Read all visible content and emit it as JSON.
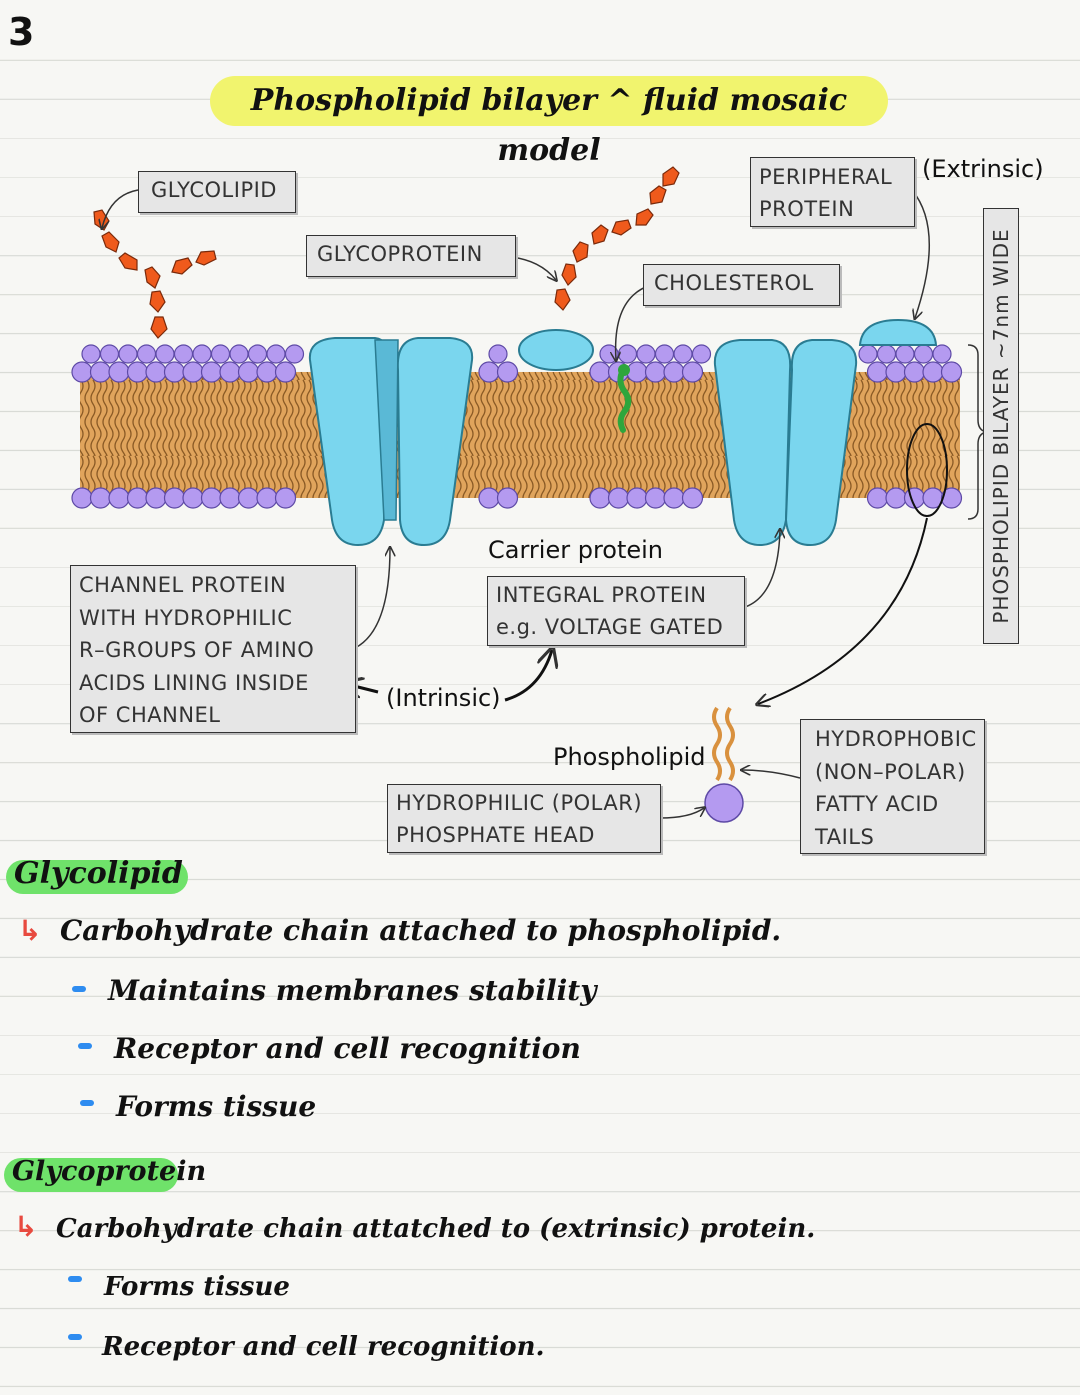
{
  "page_number": "3",
  "title": "Phospholipid bilayer ^ fluid mosaic model",
  "diagram": {
    "labels": {
      "glycolipid": "GLYCOLIPID",
      "glycoprotein": "GLYCOPROTEIN",
      "cholesterol": "CHOLESTEROL",
      "peripheral": [
        "PERIPHERAL",
        "PROTEIN"
      ],
      "extrinsic": "(Extrinsic)",
      "bilayer": "PHOSPHOLIPID BILAYER ~7nm WIDE",
      "channel": [
        "CHANNEL  PROTEIN",
        "WITH  HYDROPHILIC",
        "R–GROUPS  OF  AMINO",
        "ACIDS  LINING  INSIDE",
        "OF  CHANNEL"
      ],
      "carrier_title": "Carrier protein",
      "integral": [
        "INTEGRAL  PROTEIN",
        "e.g. VOLTAGE  GATED"
      ],
      "intrinsic": "(Intrinsic)",
      "phospholipid": "Phospholipid",
      "hydrophilic": [
        "HYDROPHILIC  (POLAR)",
        "PHOSPHATE  HEAD"
      ],
      "hydrophobic": [
        "HYDROPHOBIC",
        "(NON–POLAR)",
        "FATTY  ACID",
        "TAILS"
      ]
    },
    "colors": {
      "head": "#b49af0",
      "tail": "#d9913e",
      "protein": "#7ad6ee",
      "carbohydrate": "#ef5a1c",
      "cholesterol": "#2ea63c"
    }
  },
  "notes": {
    "glycolipid": {
      "heading": "Glycolipid",
      "definition": "Carbohydrate chain attached to phospholipid.",
      "points": [
        "Maintains membranes stability",
        "Receptor and cell recognition",
        "Forms tissue"
      ]
    },
    "glycoprotein": {
      "heading": "Glycoprotein",
      "definition": "Carbohydrate chain attatched to (extrinsic) protein.",
      "points": [
        "Forms tissue",
        "Receptor and cell recognition."
      ]
    }
  }
}
